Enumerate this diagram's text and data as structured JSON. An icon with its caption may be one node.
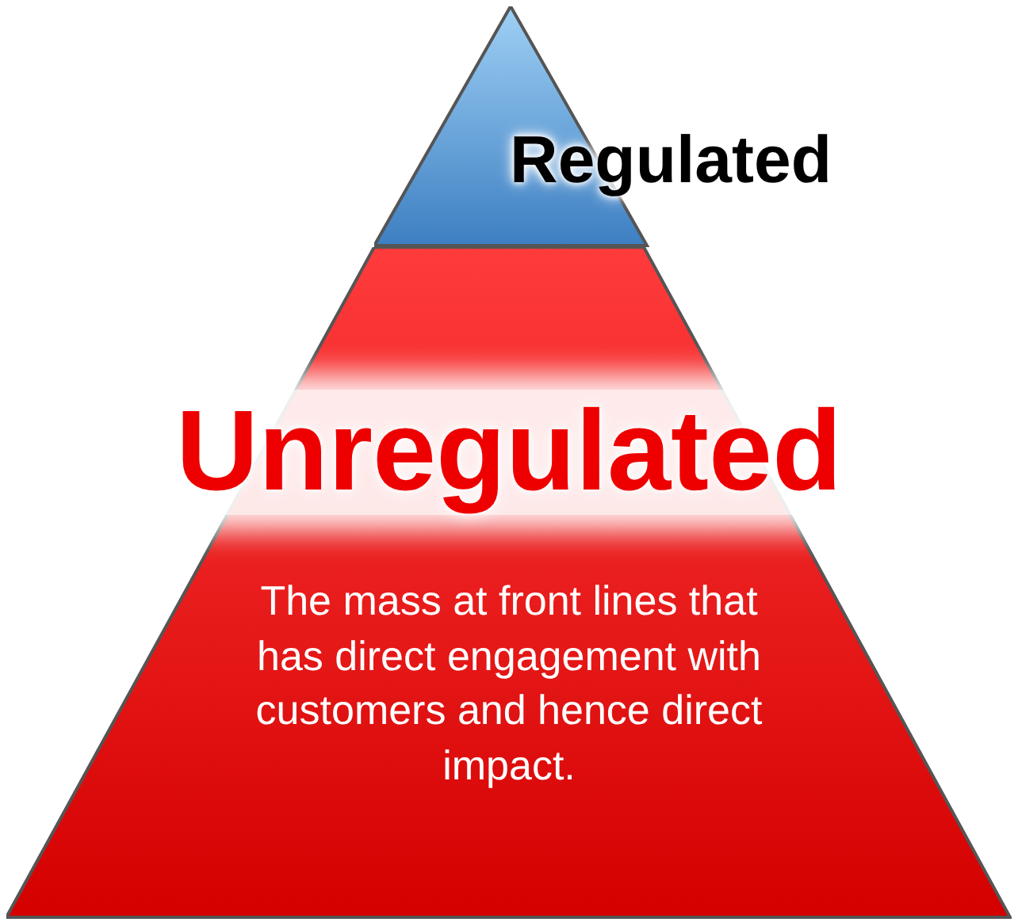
{
  "diagram": {
    "nodes": [
      {
        "text": [
          "Regulated"
        ]
      },
      {
        "text": [
          "Unregulated",
          "The mass at front lines that has direct engagement with customers and hence direct impact."
        ]
      }
    ]
  }
}
